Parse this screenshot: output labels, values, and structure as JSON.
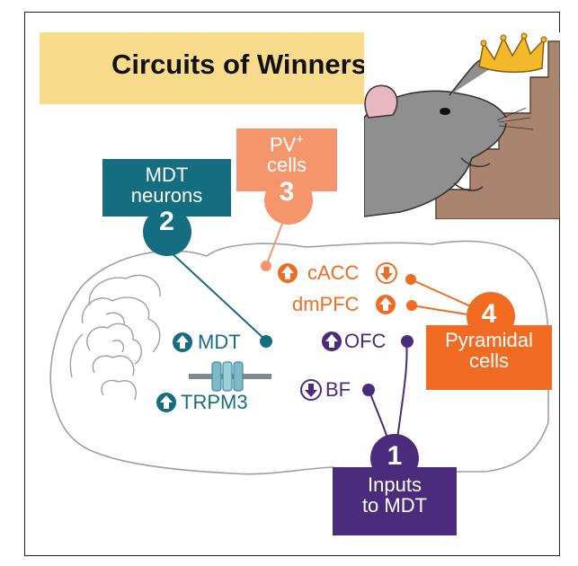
{
  "title": "Circuits of Winners",
  "colors": {
    "banner": "#f8dc8c",
    "mdt": "#146e80",
    "pv": "#f4956b",
    "orange": "#f26b22",
    "inputs": "#4b2c7c"
  },
  "boxes": {
    "mdt_neurons": {
      "line1": "MDT",
      "line2": "neurons",
      "number": "2"
    },
    "pv_cells": {
      "line1": "PV",
      "superscript": "+",
      "line2": "cells",
      "number": "3"
    },
    "pyramidal": {
      "number": "4",
      "line1": "Pyramidal",
      "line2": "cells"
    },
    "inputs": {
      "number": "1",
      "line1": "Inputs",
      "line2": "to MDT"
    }
  },
  "labels": {
    "cacc": {
      "text": "cACC",
      "arrow": "down"
    },
    "dmpfc": {
      "text": "dmPFC",
      "arrow": "up"
    },
    "mdt": {
      "text": "MDT",
      "arrow": "up"
    },
    "ofc": {
      "text": "OFC",
      "arrow": "up"
    },
    "bf": {
      "text": "BF",
      "arrow": "down"
    },
    "trpm3": {
      "text": "TRPM3",
      "arrow": "up"
    },
    "pv_marker": {
      "arrow": "up"
    }
  },
  "icons": [
    "mouse-on-stairs-illustration",
    "crown-icon",
    "ion-channel-icon",
    "brain-outline"
  ]
}
